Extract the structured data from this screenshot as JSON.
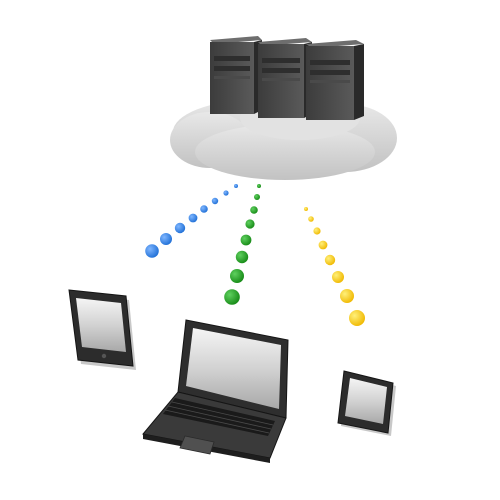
{
  "diagram": {
    "cloud": {
      "color": "#d6d6d6",
      "servers": [
        "server-rack-1",
        "server-rack-2",
        "server-rack-3"
      ]
    },
    "connections": [
      {
        "name": "blue-link",
        "color": "#2f80e0",
        "target": "tablet"
      },
      {
        "name": "green-link",
        "color": "#1f9a1f",
        "target": "laptop"
      },
      {
        "name": "yellow-link",
        "color": "#f5c400",
        "target": "phone"
      }
    ],
    "devices": [
      "tablet",
      "laptop",
      "phone"
    ]
  }
}
